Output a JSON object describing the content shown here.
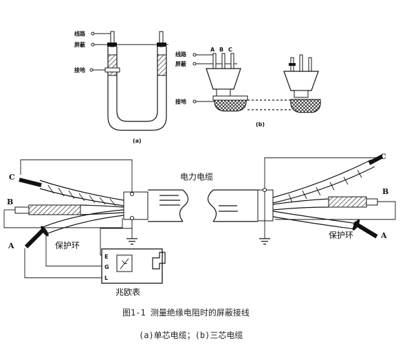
{
  "fig_a": {
    "line_label": "线路",
    "shield_label": "屏蔽",
    "ground_label": "接地",
    "sub_label": "(a)"
  },
  "fig_b": {
    "line_label": "线路",
    "shield_label": "屏蔽",
    "ground_label": "接地",
    "core_a": "A",
    "core_b": "B",
    "core_c": "C",
    "sub_label": "(b)"
  },
  "main": {
    "cable_label": "电力电缆",
    "left": {
      "c": "C",
      "b": "B",
      "a": "A",
      "guard_ring": "保护环"
    },
    "right": {
      "c": "C",
      "b": "B",
      "a": "A",
      "guard_ring": "保护环"
    },
    "megger": {
      "name": "兆欧表",
      "term_e": "E",
      "term_g": "G",
      "term_l": "L"
    }
  },
  "caption": {
    "title": "图1-1  测量绝缘电阻时的屏蔽接线",
    "subtitle": "(a)单芯电缆；(b)三芯电缆"
  }
}
